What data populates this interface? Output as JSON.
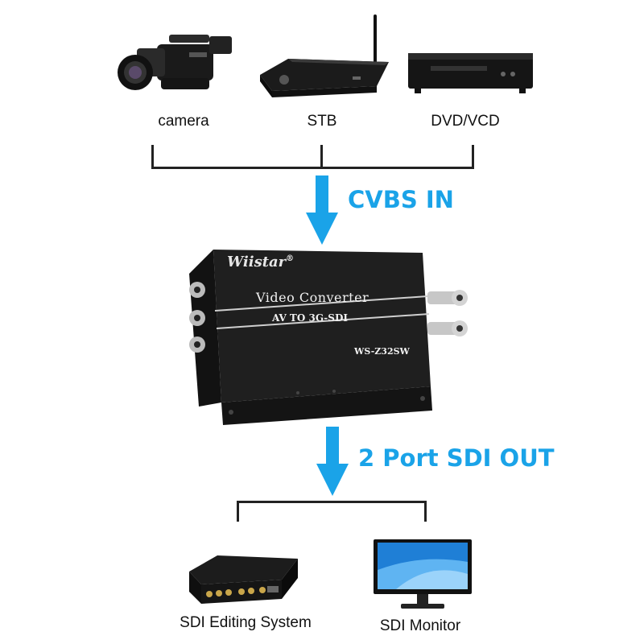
{
  "inputs": [
    {
      "label": "camera",
      "icon": "video-camera-icon"
    },
    {
      "label": "STB",
      "icon": "set-top-box-icon"
    },
    {
      "label": "DVD/VCD",
      "icon": "dvd-player-icon"
    }
  ],
  "input_flow_label": "CVBS IN",
  "converter": {
    "brand": "Wiistar",
    "registered_mark": "®",
    "title": "Video Converter",
    "subtitle": "AV TO 3G-SDI",
    "model": "WS-Z32SW"
  },
  "output_flow_label": "2 Port SDI OUT",
  "outputs": [
    {
      "label": "SDI Editing System",
      "icon": "sdi-editing-system-icon"
    },
    {
      "label": "SDI Monitor",
      "icon": "monitor-icon"
    }
  ],
  "colors": {
    "arrow": "#1aa3e8",
    "lines": "#222222",
    "device_body": "#1c1c1c"
  }
}
